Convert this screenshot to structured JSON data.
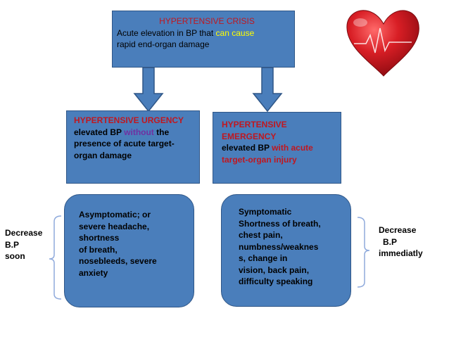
{
  "crisis": {
    "title": "HYPERTENSIVE CRISIS",
    "line1_a": "Acute elevation in BP that ",
    "line1_b": "can cause",
    "line2": "rapid end-organ damage"
  },
  "urgency": {
    "title": "HYPERTENSIVE URGENCY",
    "text_a": "elevated BP ",
    "text_b": "without",
    "text_c": " the presence of acute target-organ damage"
  },
  "emergency": {
    "title_1": "HYPERTENSIVE",
    "title_2": "EMERGENCY",
    "text_a": "elevated BP ",
    "text_b": "with acute target-organ injury"
  },
  "asymptomatic": {
    "lines": [
      "Asymptomatic; or",
      "severe headache,",
      "shortness",
      "of breath,",
      "nosebleeds, severe",
      "anxiety"
    ]
  },
  "symptomatic": {
    "lines": [
      "Symptomatic",
      "Shortness of breath,",
      "chest pain,",
      "numbness/weaknes",
      "s, change in",
      "vision, back pain,",
      "difficulty speaking"
    ]
  },
  "left_label": {
    "lines": [
      "Decrease",
      "B.P",
      "soon"
    ]
  },
  "right_label": {
    "lines": [
      "Decrease",
      "B.P",
      "immediatly"
    ]
  },
  "colors": {
    "box_fill": "#4a7ebb",
    "box_border": "#2f5687",
    "red_text": "#c0171f",
    "purple_text": "#7030a0",
    "yellow_text": "#ffff00",
    "heart": "#c8101a"
  },
  "icons": {
    "heart": "heart-with-pulse-icon"
  }
}
